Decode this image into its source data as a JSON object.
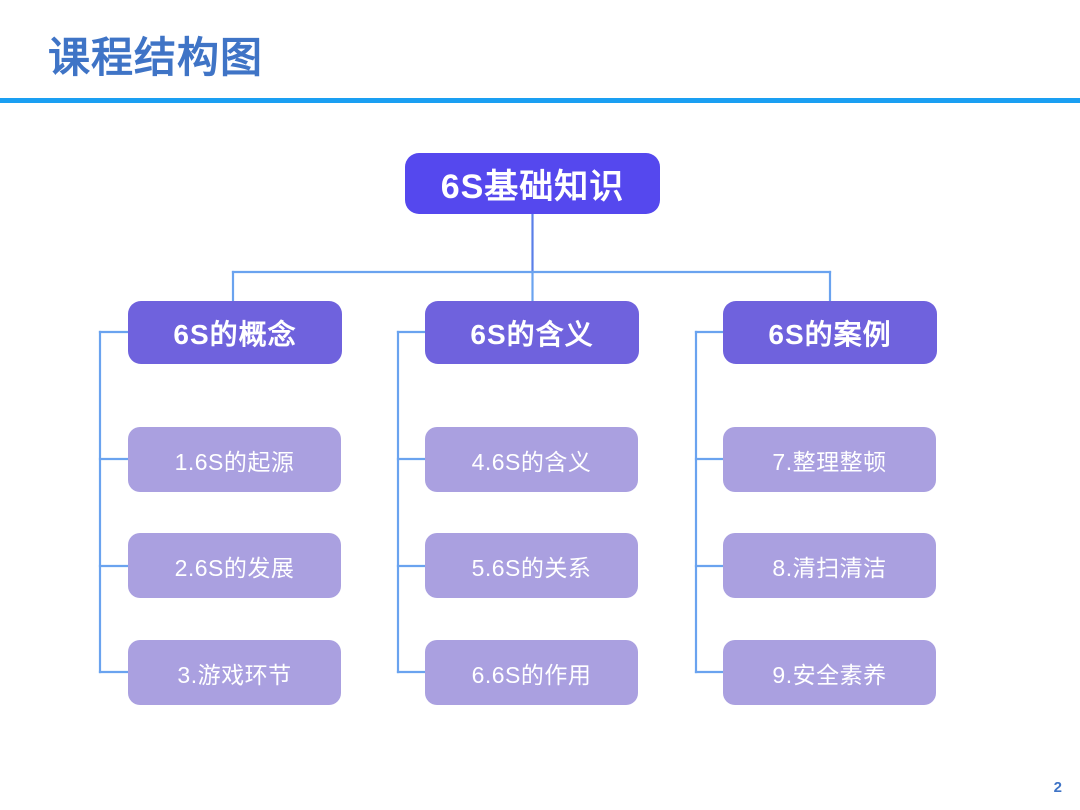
{
  "slide": {
    "title": "课程结构图",
    "page_number": "2",
    "accent_color": "#3f74c6",
    "rule_color": "#1a9ff2",
    "connector_color": "#6aa3ef",
    "root_color": "#5548ee",
    "branch_color": "#6f62dd",
    "leaf_color": "#aaa0e0",
    "background_color": "#ffffff"
  },
  "chart_data": {
    "type": "diagram",
    "title": "课程结构图",
    "root": "6S基础知识",
    "branches": [
      {
        "label": "6S的概念",
        "children": [
          "1.6S的起源",
          "2.6S的发展",
          "3.游戏环节"
        ]
      },
      {
        "label": "6S的含义",
        "children": [
          "4.6S的含义",
          "5.6S的关系",
          "6.6S的作用"
        ]
      },
      {
        "label": "6S的案例",
        "children": [
          "7.整理整顿",
          "8.清扫清洁",
          "9.安全素养"
        ]
      }
    ]
  }
}
